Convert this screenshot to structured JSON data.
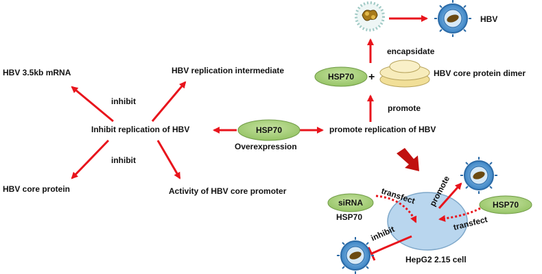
{
  "labels": {
    "mrna": "HBV 3.5kb mRNA",
    "intermediate": "HBV replication intermediate",
    "inhibit_top": "inhibit",
    "inhibit_replication": "Inhibit replication of HBV",
    "inhibit_bottom": "inhibit",
    "core_protein": "HBV core protein",
    "core_promoter": "Activity of HBV core promoter",
    "hsp70_center": "HSP70",
    "overexpression": "Overexpression",
    "promote_replication": "promote replication of HBV",
    "promote_mid": "promote",
    "hsp70_top": "HSP70",
    "plus": "+",
    "dimer": "HBV core protein dimer",
    "encapsidate": "encapsidate",
    "hbv": "HBV",
    "sirna": "siRNA",
    "sirna_hsp70": "HSP70",
    "transfect_left": "transfect",
    "promote_cell": "promote",
    "hsp70_right": "HSP70",
    "transfect_right": "transfect",
    "inhibit_cell": "inhibit",
    "cell": "HepG2 2.15 cell"
  },
  "colors": {
    "arrow": "#e8141c",
    "ellipse_green": "#a9cf7a",
    "ellipse_green_stroke": "#6f9a45",
    "cell": "#b9d6ee",
    "cell_stroke": "#7ea7c9",
    "dimer": "#f4e6a6",
    "virus": "#3e86c6",
    "capsid": "#6b4a12",
    "dark_arrow": "#c0100f"
  },
  "icons": [
    "hbv-virus-icon",
    "capsid-particle-icon",
    "core-dimer-icon",
    "hepg2-cell-icon"
  ]
}
